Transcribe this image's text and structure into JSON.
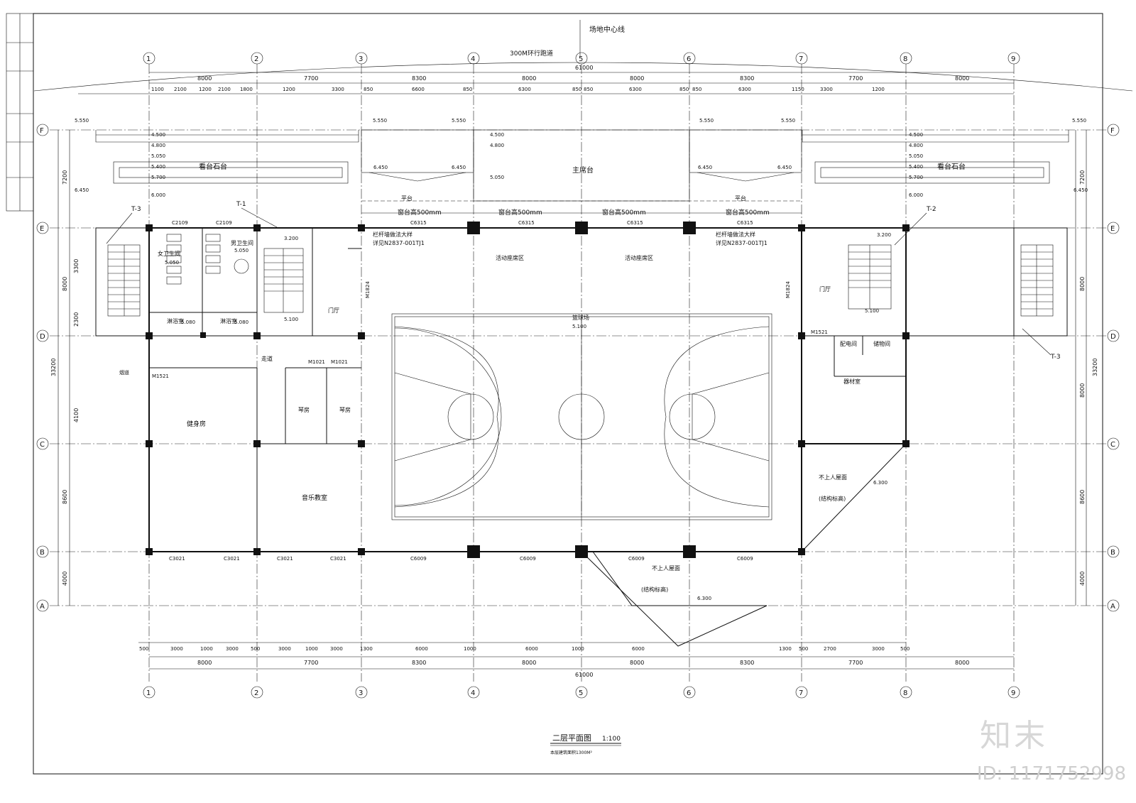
{
  "drawing": {
    "title": "二层平面图",
    "scale": "1:100",
    "area_note": "本层建筑面积1300M²",
    "top_label": "场地中心线",
    "track_label": "300M环行跑道"
  },
  "grid": {
    "columns": [
      "1",
      "2",
      "3",
      "4",
      "5",
      "6",
      "7",
      "8",
      "9"
    ],
    "rows": [
      "F",
      "E",
      "D",
      "C",
      "B",
      "A"
    ],
    "total_width": "61000",
    "total_depth": "33200"
  },
  "dims": {
    "top_bays": [
      "8000",
      "7700",
      "8300",
      "8000",
      "8000",
      "8300",
      "7700",
      "8000"
    ],
    "top_sub": [
      "1100",
      "2100",
      "1200",
      "2100",
      "1800",
      "1200",
      "3300",
      "850",
      "6600",
      "850",
      "6300",
      "850",
      "850",
      "6300",
      "850",
      "850",
      "6300",
      "1150",
      "3300",
      "1200"
    ],
    "bottom_sub": [
      "500",
      "3000",
      "1000",
      "3000",
      "500",
      "3000",
      "1000",
      "3000",
      "1300",
      "6000",
      "1000",
      "6000",
      "1000",
      "6000",
      "1300",
      "500",
      "2700",
      "3000",
      "500"
    ],
    "left_rows": [
      "7200",
      "3300",
      "2300",
      "8000",
      "4100",
      "8600",
      "4000"
    ],
    "right_rows": [
      "7200",
      "8000",
      "8000",
      "8600",
      "4000"
    ]
  },
  "rooms": {
    "bleacher_left": "看台石台",
    "bleacher_right": "看台石台",
    "main_stand": "主席台",
    "platform": "平台",
    "sill": "窗台高500mm",
    "courtyard_note": "活动座席区",
    "basketball": "篮球场",
    "basketball_elev": "5.100",
    "womens_wc": "女卫生间",
    "mens_wc": "男卫生间",
    "shower1": "淋浴室",
    "shower2": "淋浴室",
    "lobby_l": "门厅",
    "lobby_r": "门厅",
    "corridor": "走道",
    "gym": "健身房",
    "piano1": "琴房",
    "piano2": "琴房",
    "music": "音乐教室",
    "power": "配电间",
    "storage": "储物间",
    "equipment": "器材室",
    "roof_r": "不上人屋面",
    "roof_b": "不上人屋面",
    "structural": "(结构标高)",
    "detail_note": "栏杆墙做法大样",
    "detail_ref": "详见N2837-001TJ1",
    "smoke": "烟道"
  },
  "tags": {
    "t1": "T-1",
    "t2": "T-2",
    "t3a": "T-3",
    "t3b": "T-3",
    "c2109a": "C2109",
    "c2109b": "C2109",
    "c6315a": "C6315",
    "c6315b": "C6315",
    "c6315c": "C6315",
    "c6315d": "C6315",
    "c3021a": "C3021",
    "c3021b": "C3021",
    "c3021c": "C3021",
    "c3021d": "C3021",
    "c6009a": "C6009",
    "c6009b": "C6009",
    "c6009c": "C6009",
    "c6009d": "C6009",
    "m1824a": "M1824",
    "m1824b": "M1824",
    "m1521a": "M1521",
    "m1521b": "M1521",
    "m1021a": "M1021",
    "m1021b": "M1021"
  },
  "elevations": [
    "5.550",
    "4.500",
    "4.800",
    "5.050",
    "5.400",
    "5.700",
    "6.000",
    "6.450",
    "3.200",
    "5.100",
    "5.050",
    "5.080",
    "6.300"
  ],
  "watermark": "知末",
  "id_text": "ID: 1171752998"
}
